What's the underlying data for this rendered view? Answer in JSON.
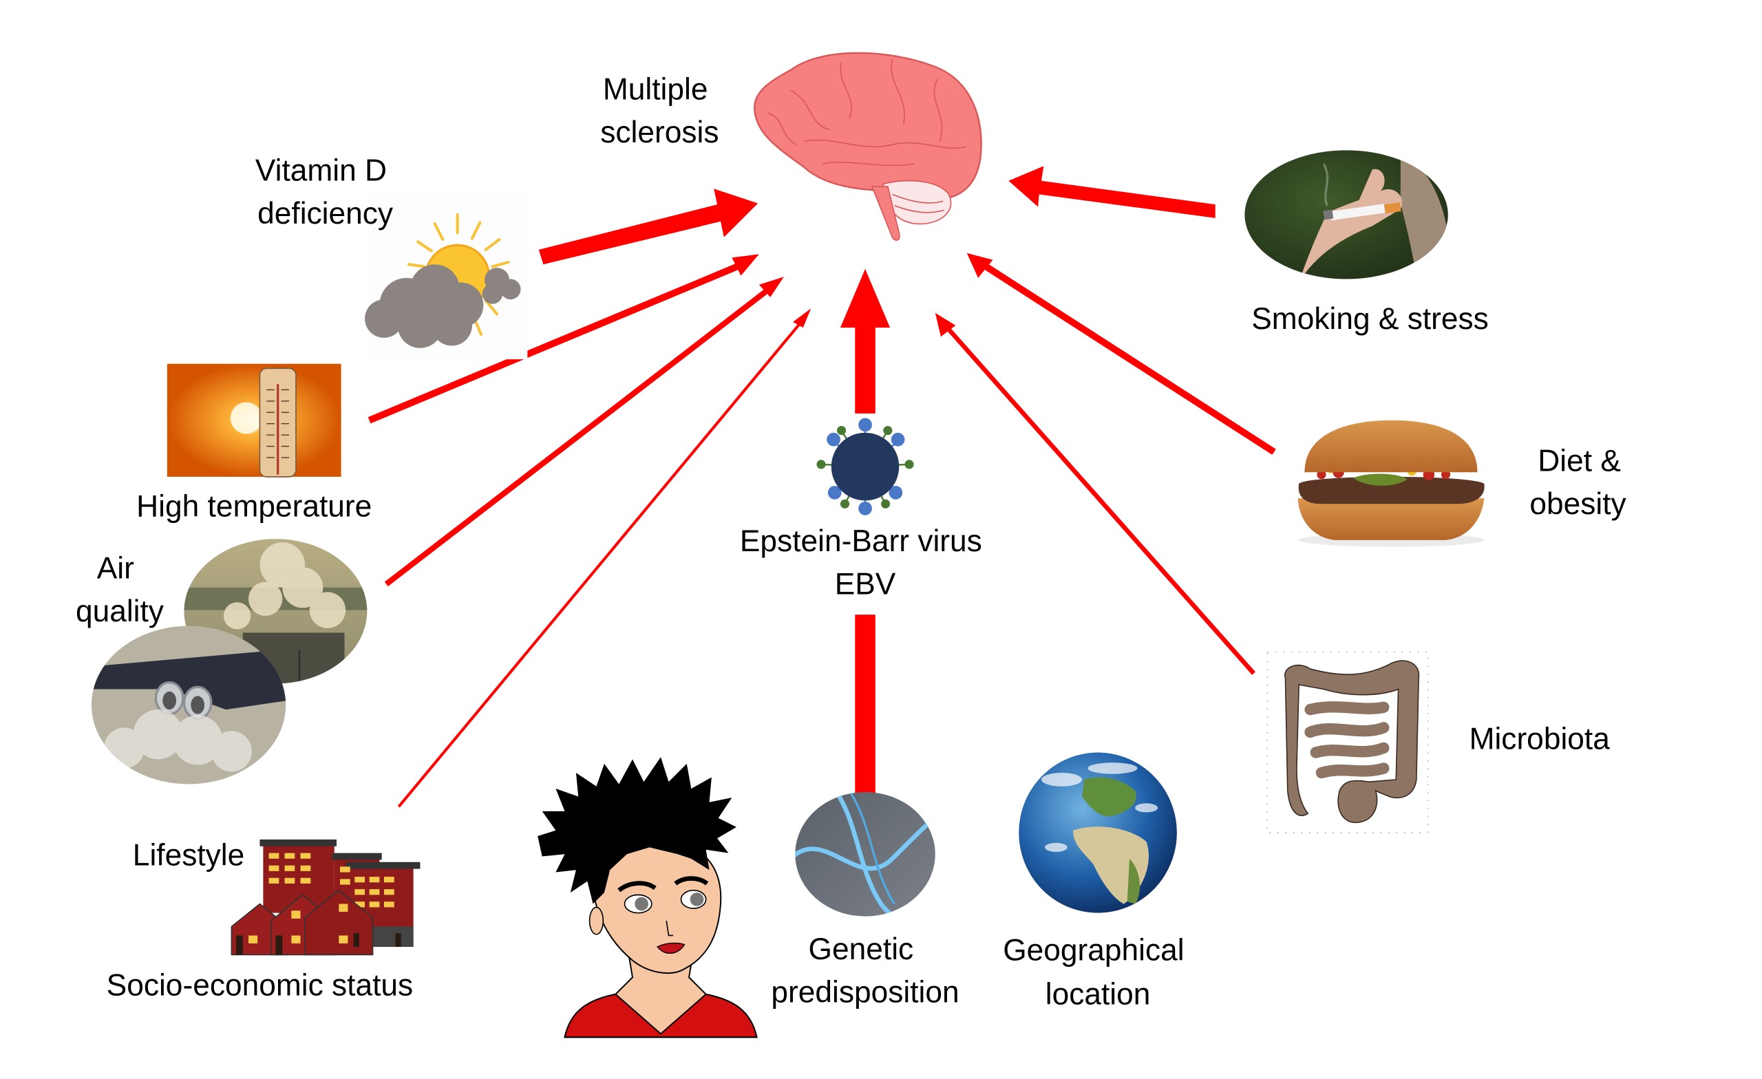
{
  "title": "Risk factors for multiple sclerosis",
  "center": {
    "label_lines": [
      "Multiple",
      "sclerosis"
    ],
    "icon": "brain-icon"
  },
  "factors": [
    {
      "id": "vitamin-d",
      "label_lines": [
        "Vitamin D",
        "deficiency"
      ],
      "icon": "sun-behind-cloud-icon",
      "arrow_weight": "heavy"
    },
    {
      "id": "high-temperature",
      "label_lines": [
        "High temperature"
      ],
      "icon": "thermometer-sun-icon",
      "arrow_weight": "medium"
    },
    {
      "id": "air-quality",
      "label_lines": [
        "Air",
        "quality"
      ],
      "icon": "pollution-exhaust-icon",
      "arrow_weight": "medium"
    },
    {
      "id": "lifestyle",
      "label_lines": [
        "Lifestyle",
        "Socio-economic status"
      ],
      "icon": "buildings-icon",
      "arrow_weight": "thin"
    },
    {
      "id": "ebv",
      "label_lines": [
        "Epstein-Barr virus",
        "EBV"
      ],
      "icon": "virus-icon",
      "arrow_weight": "heavy"
    },
    {
      "id": "genetic",
      "label_lines": [
        "Genetic",
        "predisposition"
      ],
      "icon": "dna-icon",
      "arrow_weight": "heavy"
    },
    {
      "id": "geographical",
      "label_lines": [
        "Geographical",
        "location"
      ],
      "icon": "globe-icon",
      "arrow_weight": "none"
    },
    {
      "id": "microbiota",
      "label_lines": [
        "Microbiota"
      ],
      "icon": "intestine-icon",
      "arrow_weight": "medium"
    },
    {
      "id": "diet",
      "label_lines": [
        "Diet &",
        "obesity"
      ],
      "icon": "burger-icon",
      "arrow_weight": "medium"
    },
    {
      "id": "smoking",
      "label_lines": [
        "Smoking & stress"
      ],
      "icon": "cigarette-hand-icon",
      "arrow_weight": "heavy"
    }
  ],
  "person_icon": "woman-portrait-icon",
  "colors": {
    "arrow": "#ff0000",
    "brain_fill": "#f67f7f",
    "brain_outline": "#d9585a",
    "virus_core": "#22385f",
    "virus_spike_blue": "#4a78c8",
    "virus_spike_green": "#4a7a32"
  }
}
